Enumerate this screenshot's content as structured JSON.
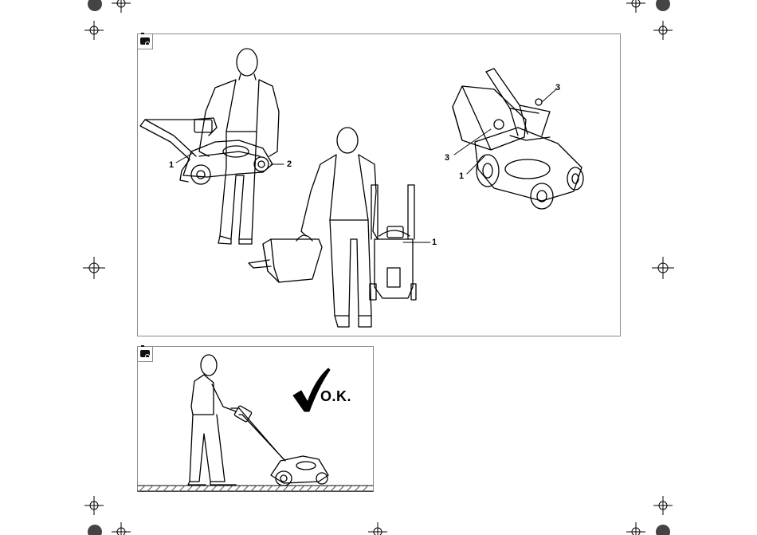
{
  "panels": {
    "top": {
      "callouts": [
        {
          "id": "handle-left",
          "text": "1"
        },
        {
          "id": "wheel",
          "text": "2"
        },
        {
          "id": "bag-handle",
          "text": "1"
        },
        {
          "id": "knob-top",
          "text": "3"
        },
        {
          "id": "knob-side",
          "text": "3"
        },
        {
          "id": "lever",
          "text": "1"
        }
      ]
    },
    "bottom": {
      "ok_text": "O.K."
    }
  },
  "colors": {
    "line": "#000000",
    "panel_border": "#8a8a8a",
    "ground_hatch": "#555555"
  }
}
